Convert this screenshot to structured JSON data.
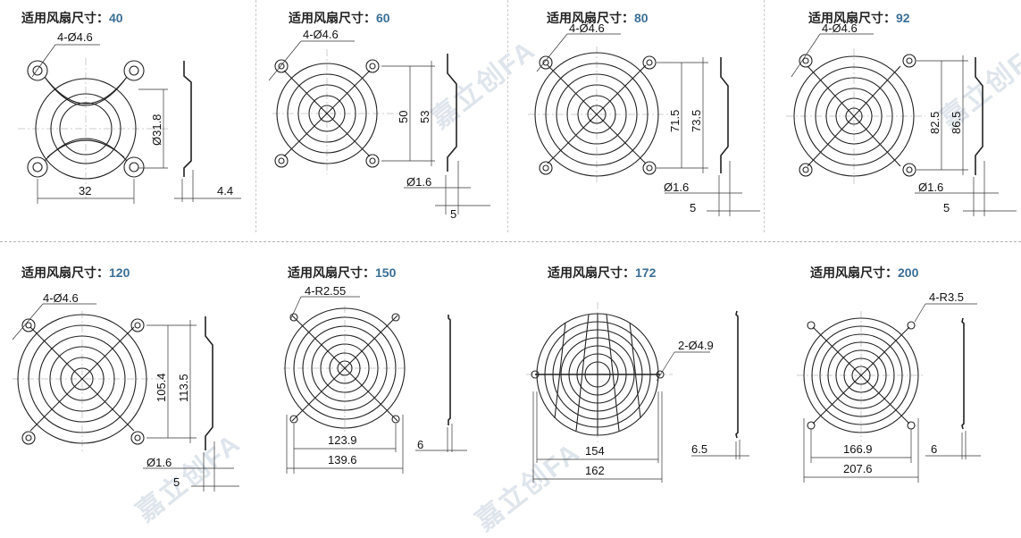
{
  "title_prefix": "适用风扇尺寸：",
  "watermark": "嘉立创FA",
  "cells": [
    {
      "size": "40",
      "hole": "4-Ø4.6",
      "inner": "Ø31.8",
      "pitch": "32",
      "depth": "4.4"
    },
    {
      "size": "60",
      "hole": "4-Ø4.6",
      "inner": "50",
      "outer": "53",
      "wire": "Ø1.6",
      "depth": "5"
    },
    {
      "size": "80",
      "hole": "4-Ø4.6",
      "inner": "71.5",
      "outer": "73.5",
      "wire": "Ø1.6",
      "depth": "5"
    },
    {
      "size": "92",
      "hole": "4-Ø4.6",
      "inner": "82.5",
      "outer": "86.5",
      "wire": "Ø1.6",
      "depth": "5"
    },
    {
      "size": "120",
      "hole": "4-Ø4.6",
      "inner": "105.4",
      "outer": "113.5",
      "wire": "Ø1.6",
      "depth": "5"
    },
    {
      "size": "150",
      "hole": "4-R2.55",
      "inner": "123.9",
      "outer": "139.6",
      "depth": "6"
    },
    {
      "size": "172",
      "hole": "2-Ø4.9",
      "inner": "154",
      "outer": "162",
      "depth": "6.5"
    },
    {
      "size": "200",
      "hole": "4-R3.5",
      "inner": "166.9",
      "outer": "207.6",
      "depth": "6"
    }
  ]
}
